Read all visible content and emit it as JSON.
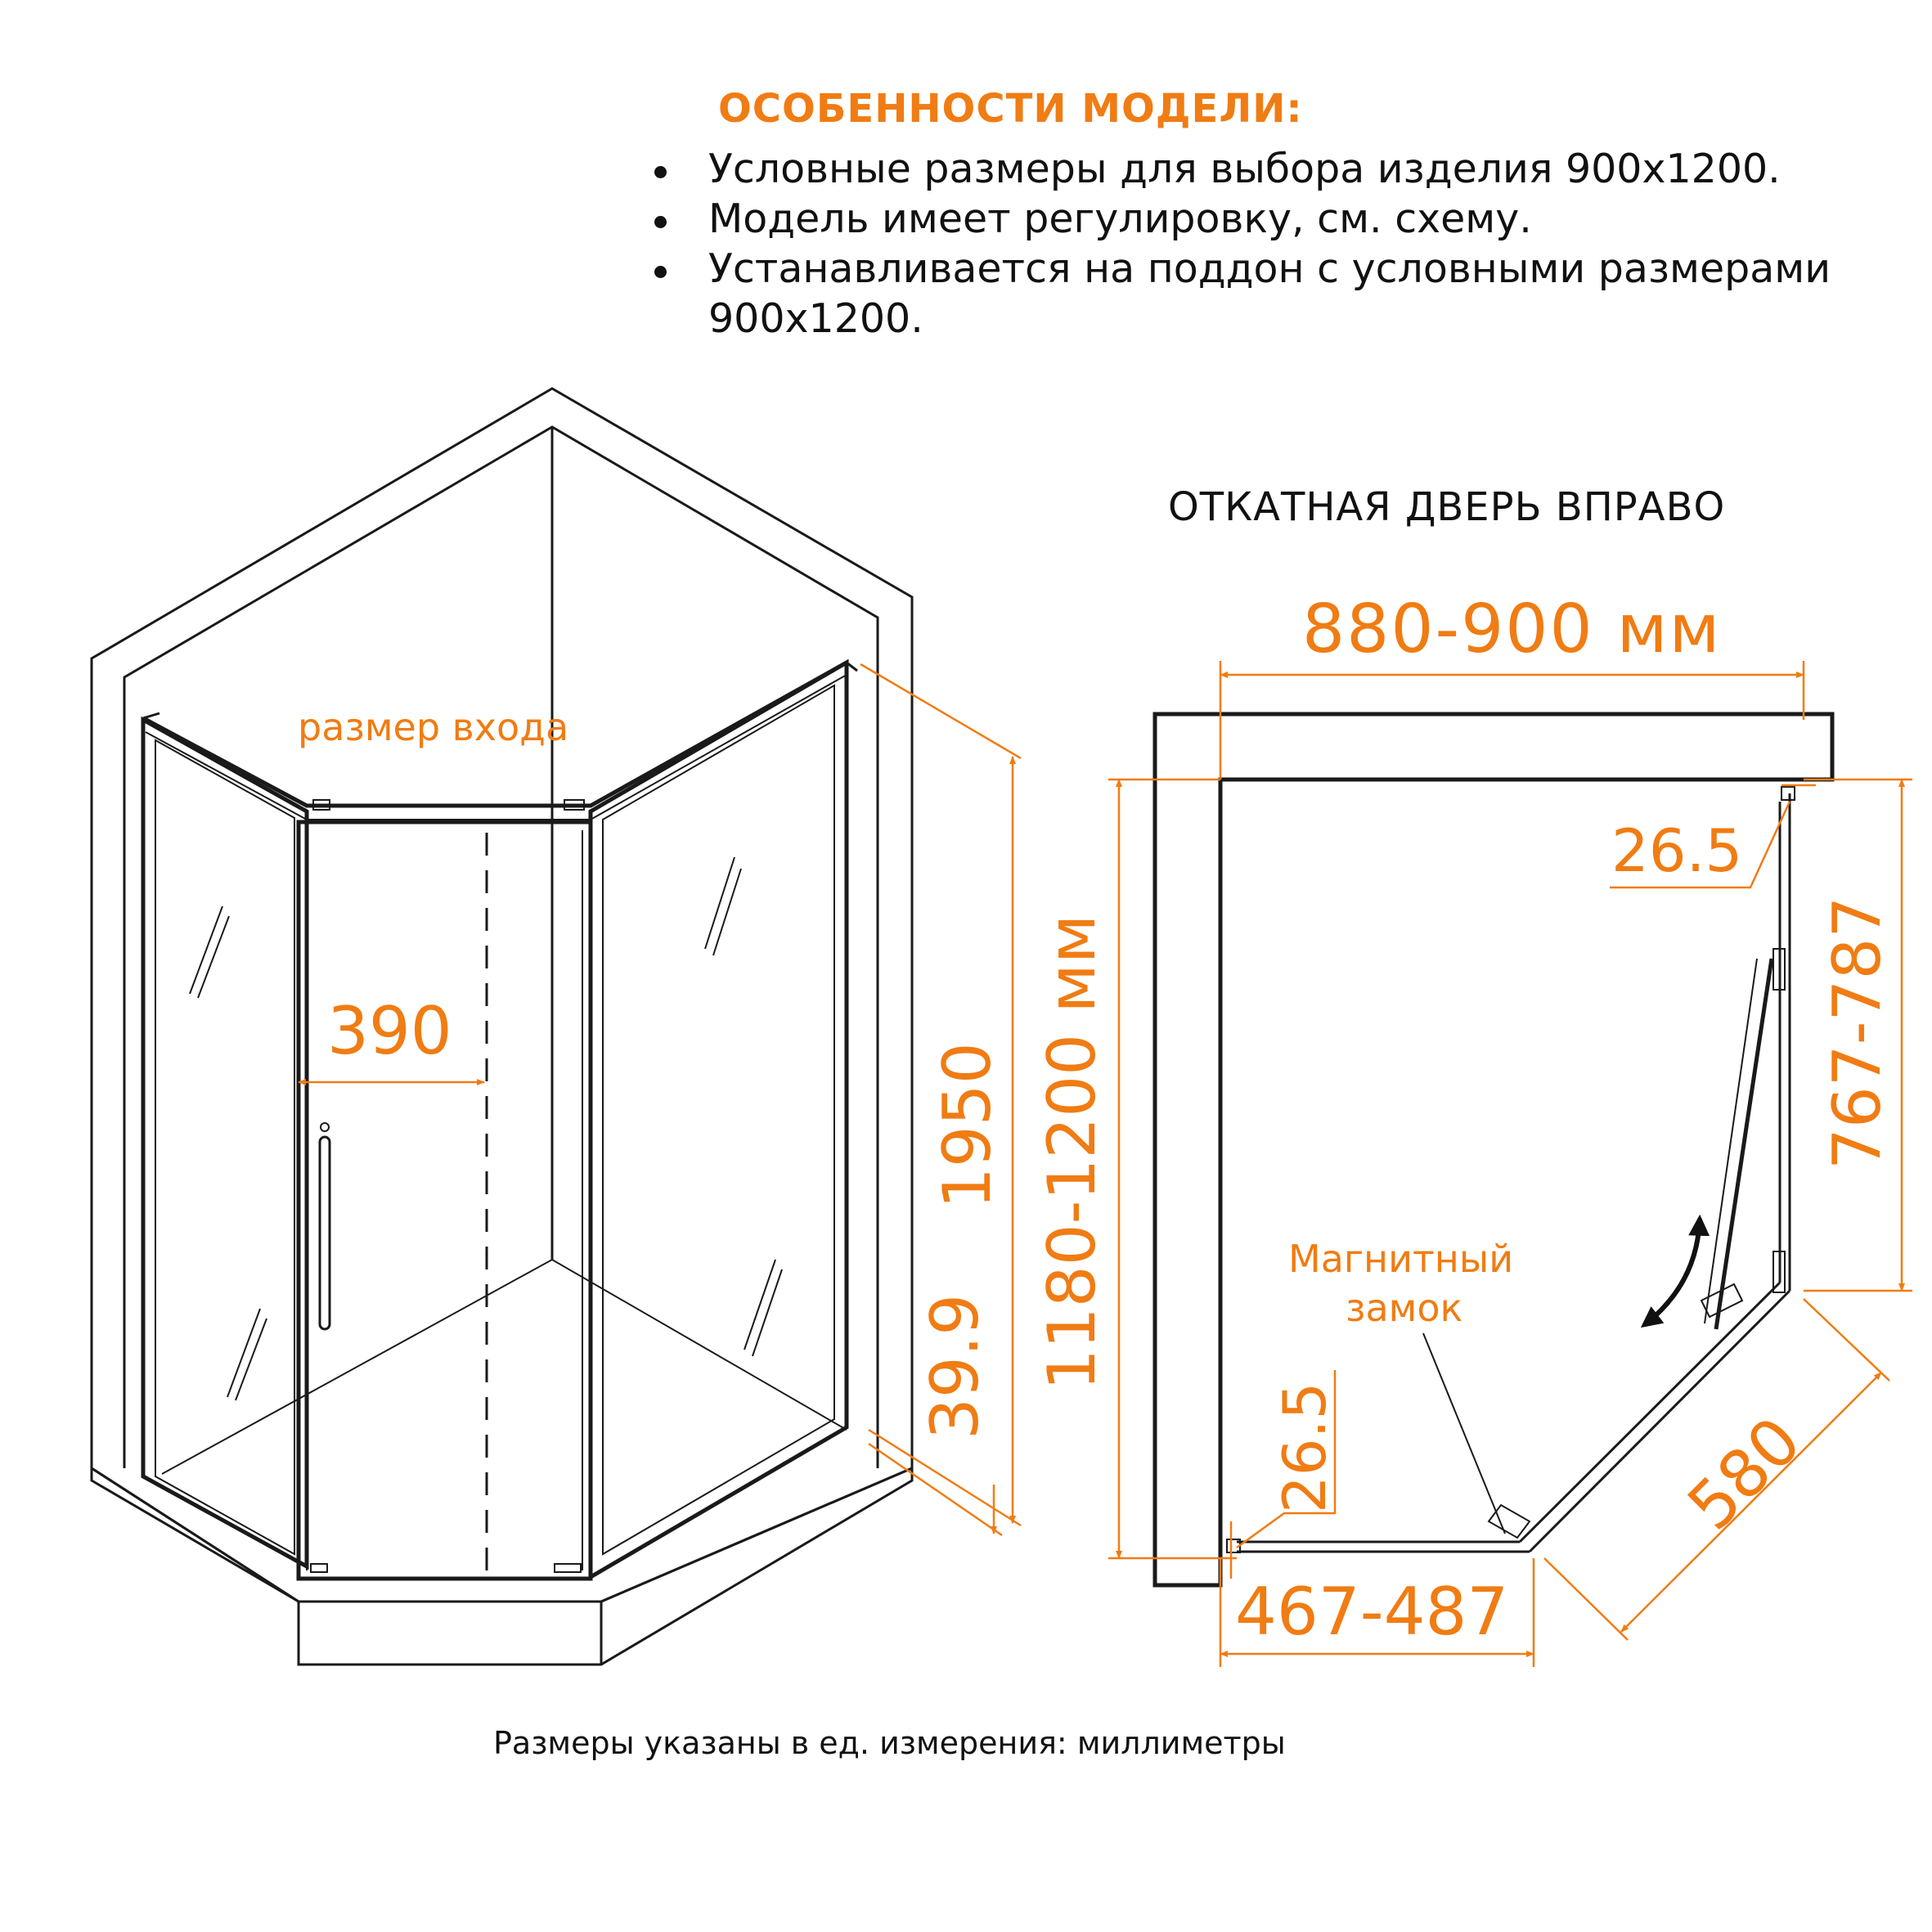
{
  "features": {
    "heading": "ОСОБЕННОСТИ МОДЕЛИ:",
    "items": [
      "Условные размеры для выбора изделия 900х1200.",
      "Модель имеет регулировку, см. схему.",
      "Устанавливается на поддон с условными размерами 900х1200."
    ]
  },
  "scheme": {
    "title": "ОТКАТНАЯ ДВЕРЬ ВПРАВО"
  },
  "iso_view": {
    "entrance_label": "размер входа",
    "entrance_width": "390",
    "height": "1950",
    "tray_offset": "39.9"
  },
  "plan_view": {
    "width": "880-900 мм",
    "depth": "1180-1200 мм",
    "right_side": "767-787",
    "front_side": "467-487",
    "diagonal": "580",
    "gap_top": "26.5",
    "gap_bottom": "26.5",
    "lock_label_1": "Магнитный",
    "lock_label_2": "замок"
  },
  "footnote": "Размеры указаны в ед. измерения: миллиметры",
  "colors": {
    "accent": "#f07c13",
    "line": "#1a1a1a"
  }
}
